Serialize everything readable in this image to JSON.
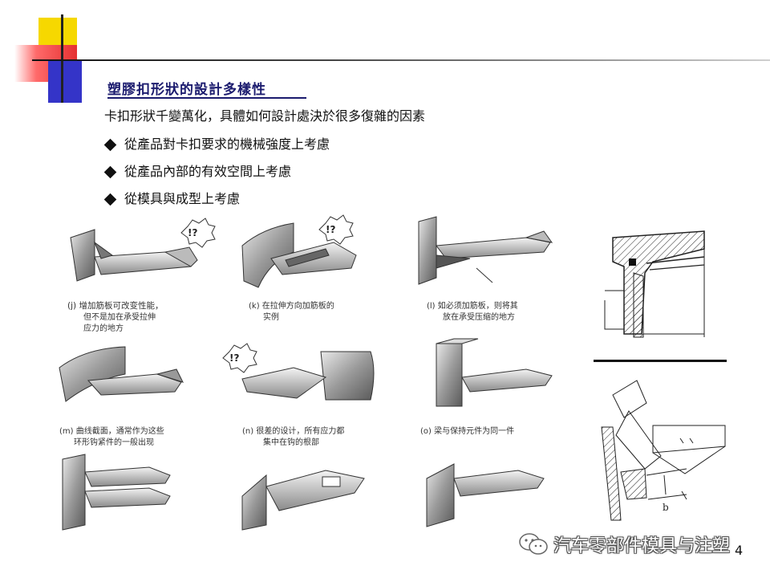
{
  "slide": {
    "title": "塑膠扣形狀的設計多樣性",
    "intro": "卡扣形狀千變萬化，具體如何設計處決於很多復雜的因素",
    "bullets": [
      "從產品對卡扣要求的機械強度上考慮",
      "從產品內部的有效空間上考慮",
      "從模具與成型上考慮"
    ],
    "page_number": "4"
  },
  "figure": {
    "marks": [
      "!?",
      "!?",
      "!?"
    ],
    "captions": [
      {
        "lines": [
          "(j) 增加筋板可改变性能，",
          "但不是加在承受拉伸",
          "应力的地方"
        ]
      },
      {
        "lines": [
          "(k) 在拉伸方向加筋板的",
          "实例"
        ]
      },
      {
        "lines": [
          "(l) 如必须加筋板，则将其",
          "放在承受压缩的地方"
        ]
      },
      {
        "lines": [
          "(m) 曲线截面，通常作为这些",
          "环形钩紧件的一般出现"
        ]
      },
      {
        "lines": [
          "(n) 很差的设计，所有应力都",
          "集中在钩的根部"
        ]
      },
      {
        "lines": [
          "(o) 梁与保持元件为同一件"
        ]
      }
    ],
    "dimension_label": "b"
  },
  "watermark": {
    "text": "汽车零部件模具与注塑"
  },
  "colors": {
    "title": "#1b1b6e",
    "accent_yellow": "#f6d800",
    "accent_red": "#e53131",
    "accent_blue": "#3434c8"
  }
}
